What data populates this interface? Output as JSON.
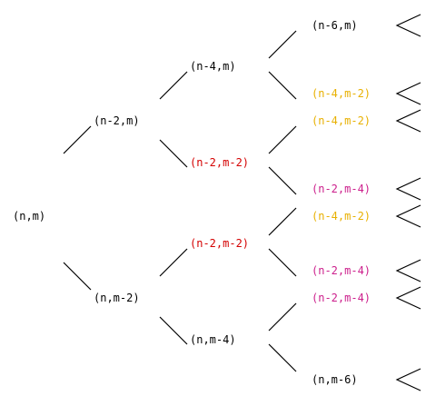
{
  "colors": {
    "default": "#000000",
    "red": "#d40000",
    "orange": "#e8b000",
    "magenta": "#cc1f8c"
  },
  "nodes": [
    {
      "id": "root",
      "label": "(n,m)",
      "color": "default"
    },
    {
      "id": "a",
      "label": "(n-2,m)",
      "color": "default"
    },
    {
      "id": "b",
      "label": "(n,m-2)",
      "color": "default"
    },
    {
      "id": "a1",
      "label": "(n-4,m)",
      "color": "default"
    },
    {
      "id": "a2",
      "label": "(n-2,m-2)",
      "color": "red"
    },
    {
      "id": "b1",
      "label": "(n-2,m-2)",
      "color": "red"
    },
    {
      "id": "b2",
      "label": "(n,m-4)",
      "color": "default"
    },
    {
      "id": "l1",
      "label": "(n-6,m)",
      "color": "default"
    },
    {
      "id": "l2",
      "label": "(n-4,m-2)",
      "color": "orange"
    },
    {
      "id": "l3",
      "label": "(n-4,m-2)",
      "color": "orange"
    },
    {
      "id": "l4",
      "label": "(n-2,m-4)",
      "color": "magenta"
    },
    {
      "id": "l5",
      "label": "(n-4,m-2)",
      "color": "orange"
    },
    {
      "id": "l6",
      "label": "(n-2,m-4)",
      "color": "magenta"
    },
    {
      "id": "l7",
      "label": "(n-2,m-4)",
      "color": "magenta"
    },
    {
      "id": "l8",
      "label": "(n,m-6)",
      "color": "default"
    }
  ],
  "edges": [
    [
      "root",
      "a"
    ],
    [
      "root",
      "b"
    ],
    [
      "a",
      "a1"
    ],
    [
      "a",
      "a2"
    ],
    [
      "b",
      "b1"
    ],
    [
      "b",
      "b2"
    ],
    [
      "a1",
      "l1"
    ],
    [
      "a1",
      "l2"
    ],
    [
      "a2",
      "l3"
    ],
    [
      "a2",
      "l4"
    ],
    [
      "b1",
      "l5"
    ],
    [
      "b1",
      "l6"
    ],
    [
      "b2",
      "l7"
    ],
    [
      "b2",
      "l8"
    ]
  ],
  "continuation_marks": [
    "l1",
    "l2",
    "l3",
    "l4",
    "l5",
    "l6",
    "l7",
    "l8"
  ]
}
